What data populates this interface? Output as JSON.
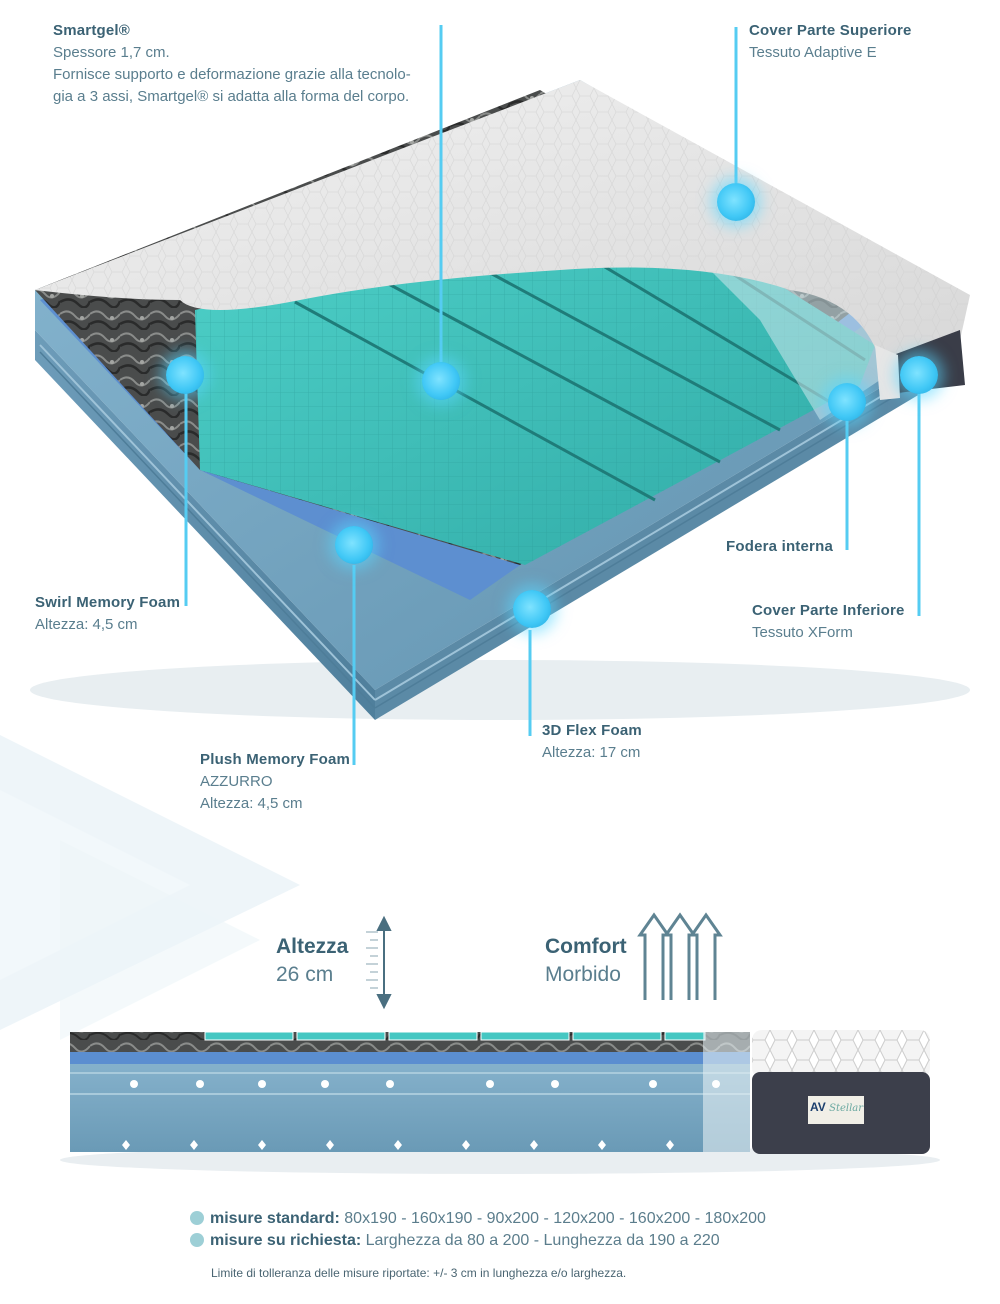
{
  "labels": {
    "smartgel": {
      "title": "Smartgel®",
      "line1": "Spessore 1,7 cm.",
      "line2": "Fornisce supporto e deformazione grazie alla tecnolo-",
      "line3": "gia a 3 assi, Smartgel® si adatta alla forma del corpo."
    },
    "cover_top": {
      "title": "Cover Parte Superiore",
      "sub": "Tessuto Adaptive E"
    },
    "swirl": {
      "title": "Swirl Memory Foam",
      "sub": "Altezza: 4,5 cm"
    },
    "fodera": {
      "title": "Fodera interna"
    },
    "cover_bottom": {
      "title": "Cover Parte Inferiore",
      "sub": "Tessuto XForm"
    },
    "flex": {
      "title": "3D Flex Foam",
      "sub": "Altezza: 17 cm"
    },
    "plush": {
      "title": "Plush Memory Foam",
      "sub1": "AZZURRO",
      "sub2": "Altezza: 4,5 cm"
    }
  },
  "specs": {
    "height_title": "Altezza",
    "height_value": "26 cm",
    "comfort_title": "Comfort",
    "comfort_value": "Morbido"
  },
  "brand": {
    "logo_text": "AV",
    "script_text": "Stellar"
  },
  "sizes": {
    "standard_label": "misure standard:",
    "standard_value": "80x190 - 160x190 - 90x200 - 120x200 - 160x200 - 180x200",
    "custom_label": "misure su richiesta:",
    "custom_value": "Larghezza da 80 a 200 - Lunghezza da 190 a 220",
    "tolerance": "Limite di tolleranza delle misure riportate: +/- 3 cm in lunghezza e/o larghezza."
  },
  "colors": {
    "accent": "#41c8f6",
    "gel": "#3fc2bd",
    "foam_blue": "#6f9fcf",
    "base_foam": "#6ea0bd",
    "text": "#3b6274"
  }
}
